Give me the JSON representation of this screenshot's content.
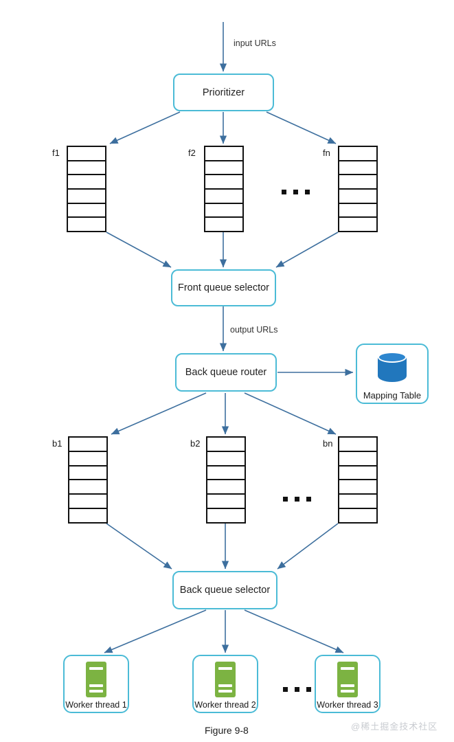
{
  "figure": {
    "caption": "Figure 9-8",
    "watermark": "@稀土掘金技术社区"
  },
  "colors": {
    "node_border": "#4bbbd6",
    "arrow": "#3d6f9e",
    "queue_border": "#111111",
    "server_green": "#7cb342",
    "db_blue": "#2177bd",
    "background": "#ffffff"
  },
  "edge_labels": {
    "input_urls": "input URLs",
    "output_urls": "output URLs"
  },
  "nodes": {
    "prioritizer": "Prioritizer",
    "front_queue_selector": "Front queue selector",
    "back_queue_router": "Back queue router",
    "back_queue_selector": "Back queue selector",
    "mapping_table": "Mapping Table"
  },
  "front_queues": [
    {
      "label": "f1",
      "cells": 6
    },
    {
      "label": "f2",
      "cells": 6
    },
    {
      "label": "fn",
      "cells": 6
    }
  ],
  "back_queues": [
    {
      "label": "b1",
      "cells": 6
    },
    {
      "label": "b2",
      "cells": 6
    },
    {
      "label": "bn",
      "cells": 6
    }
  ],
  "workers": [
    {
      "label": "Worker thread 1"
    },
    {
      "label": "Worker thread 2"
    },
    {
      "label": "Worker thread 3"
    }
  ],
  "ellipsis": {
    "front": "...",
    "back": "...",
    "workers": "..."
  }
}
